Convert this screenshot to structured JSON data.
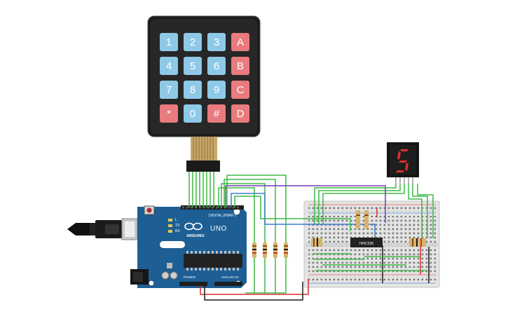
{
  "keypad": {
    "keys": [
      "1",
      "2",
      "3",
      "A",
      "4",
      "5",
      "6",
      "B",
      "7",
      "8",
      "9",
      "C",
      "*",
      "0",
      "#",
      "D"
    ]
  },
  "arduino": {
    "brand": "ARDUINO",
    "model": "UNO",
    "digital_label": "DIGITAL (PWM~)",
    "power_label": "POWER",
    "analog_label": "ANALOG IN",
    "tx_label": "TX",
    "rx_label": "RX",
    "l_label": "L"
  },
  "chip": {
    "label": "74HC595"
  },
  "display": {
    "digit": "5"
  },
  "colors": {
    "wire_green": "#3db843",
    "wire_purple": "#7a3bb5",
    "wire_blue": "#3a7bd5",
    "wire_red": "#d92b2b",
    "wire_black": "#1a1a1a",
    "board_blue": "#1d5f95",
    "key_blue": "#8ec9e8",
    "key_red": "#e97b7e"
  }
}
